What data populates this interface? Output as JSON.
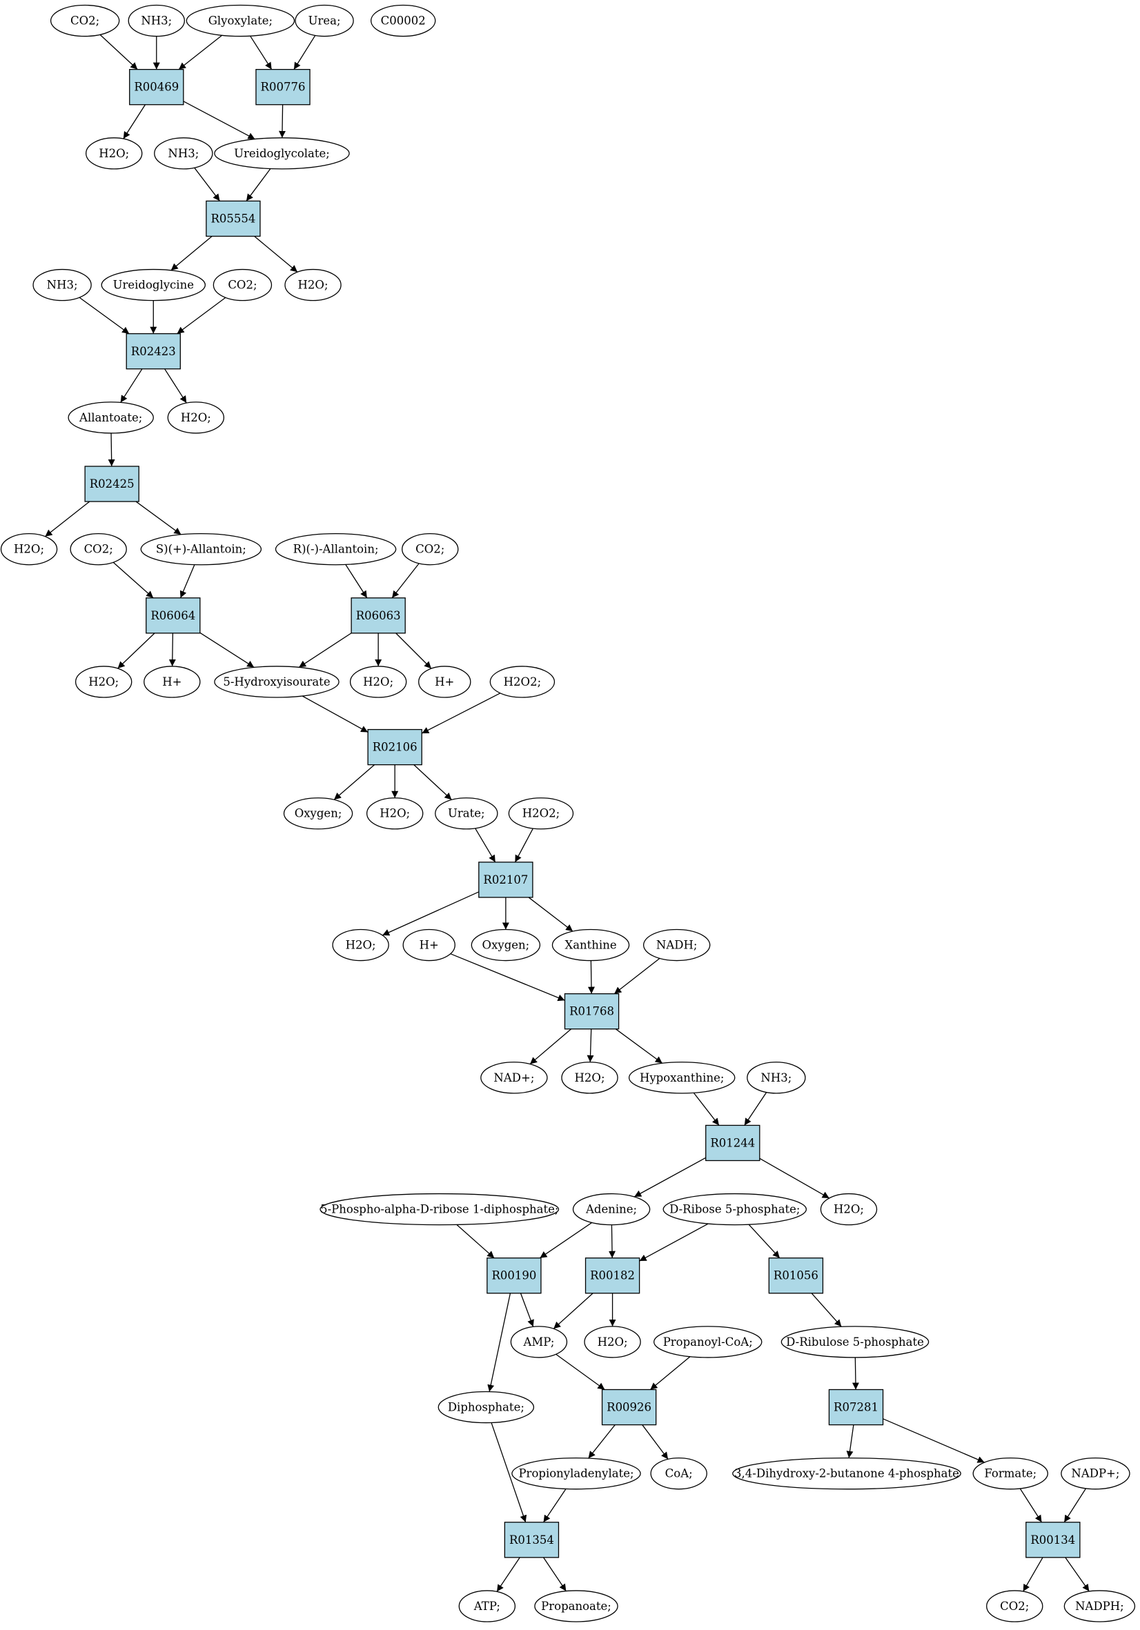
{
  "colors": {
    "reaction_fill": "#add8e6",
    "compound_fill": "#ffffff",
    "highlight_yellow": "#ffff00",
    "highlight_green": "#00ff00",
    "stroke": "#000000"
  },
  "nodes": [
    {
      "id": "co2_a",
      "kind": "compound",
      "label": "CO2;"
    },
    {
      "id": "nh3_a",
      "kind": "compound",
      "label": "NH3;"
    },
    {
      "id": "glyoxylate",
      "kind": "compound",
      "label": "Glyoxylate;"
    },
    {
      "id": "urea",
      "kind": "compound",
      "label": "Urea;"
    },
    {
      "id": "c00002",
      "kind": "compound",
      "label": "C00002",
      "fill": "#ffff00"
    },
    {
      "id": "R00469",
      "kind": "reaction",
      "label": "R00469"
    },
    {
      "id": "R00776",
      "kind": "reaction",
      "label": "R00776"
    },
    {
      "id": "h2o_a",
      "kind": "compound",
      "label": "H2O;"
    },
    {
      "id": "nh3_b",
      "kind": "compound",
      "label": "NH3;"
    },
    {
      "id": "ureidoglycolate",
      "kind": "compound",
      "label": "Ureidoglycolate;"
    },
    {
      "id": "R05554",
      "kind": "reaction",
      "label": "R05554"
    },
    {
      "id": "nh3_c",
      "kind": "compound",
      "label": "NH3;"
    },
    {
      "id": "ureidoglycine",
      "kind": "compound",
      "label": "Ureidoglycine"
    },
    {
      "id": "co2_b",
      "kind": "compound",
      "label": "CO2;"
    },
    {
      "id": "h2o_b",
      "kind": "compound",
      "label": "H2O;"
    },
    {
      "id": "R02423",
      "kind": "reaction",
      "label": "R02423"
    },
    {
      "id": "allantoate",
      "kind": "compound",
      "label": "Allantoate;"
    },
    {
      "id": "h2o_c",
      "kind": "compound",
      "label": "H2O;"
    },
    {
      "id": "R02425",
      "kind": "reaction",
      "label": "R02425"
    },
    {
      "id": "h2o_d",
      "kind": "compound",
      "label": "H2O;"
    },
    {
      "id": "co2_c",
      "kind": "compound",
      "label": "CO2;"
    },
    {
      "id": "s_allantoin",
      "kind": "compound",
      "label": "S)(+)-Allantoin;"
    },
    {
      "id": "r_allantoin",
      "kind": "compound",
      "label": "R)(-)-Allantoin;"
    },
    {
      "id": "co2_d",
      "kind": "compound",
      "label": "CO2;"
    },
    {
      "id": "R06064",
      "kind": "reaction",
      "label": "R06064"
    },
    {
      "id": "R06063",
      "kind": "reaction",
      "label": "R06063"
    },
    {
      "id": "h2o_e",
      "kind": "compound",
      "label": "H2O;"
    },
    {
      "id": "hplus_a",
      "kind": "compound",
      "label": "H+"
    },
    {
      "id": "hydroxyisourate",
      "kind": "compound",
      "label": "5-Hydroxyisourate"
    },
    {
      "id": "h2o_f",
      "kind": "compound",
      "label": "H2O;"
    },
    {
      "id": "hplus_b",
      "kind": "compound",
      "label": "H+"
    },
    {
      "id": "h2o2_a",
      "kind": "compound",
      "label": "H2O2;"
    },
    {
      "id": "R02106",
      "kind": "reaction",
      "label": "R02106"
    },
    {
      "id": "oxygen_a",
      "kind": "compound",
      "label": "Oxygen;"
    },
    {
      "id": "h2o_g",
      "kind": "compound",
      "label": "H2O;"
    },
    {
      "id": "urate",
      "kind": "compound",
      "label": "Urate;"
    },
    {
      "id": "h2o2_b",
      "kind": "compound",
      "label": "H2O2;"
    },
    {
      "id": "R02107",
      "kind": "reaction",
      "label": "R02107"
    },
    {
      "id": "h2o_h",
      "kind": "compound",
      "label": "H2O;"
    },
    {
      "id": "hplus_c",
      "kind": "compound",
      "label": "H+"
    },
    {
      "id": "oxygen_b",
      "kind": "compound",
      "label": "Oxygen;"
    },
    {
      "id": "xanthine",
      "kind": "compound",
      "label": "Xanthine"
    },
    {
      "id": "nadh",
      "kind": "compound",
      "label": "NADH;"
    },
    {
      "id": "R01768",
      "kind": "reaction",
      "label": "R01768"
    },
    {
      "id": "nadplus",
      "kind": "compound",
      "label": "NAD+;"
    },
    {
      "id": "h2o_i",
      "kind": "compound",
      "label": "H2O;"
    },
    {
      "id": "hypoxanthine",
      "kind": "compound",
      "label": "Hypoxanthine;"
    },
    {
      "id": "nh3_d",
      "kind": "compound",
      "label": "NH3;"
    },
    {
      "id": "R01244",
      "kind": "reaction",
      "label": "R01244"
    },
    {
      "id": "prpp",
      "kind": "compound",
      "label": "5-Phospho-alpha-D-ribose 1-diphosphate;"
    },
    {
      "id": "adenine",
      "kind": "compound",
      "label": "Adenine;"
    },
    {
      "id": "ribose5p",
      "kind": "compound",
      "label": "D-Ribose 5-phosphate;",
      "fill": "#00ff00"
    },
    {
      "id": "h2o_j",
      "kind": "compound",
      "label": "H2O;"
    },
    {
      "id": "R00190",
      "kind": "reaction",
      "label": "R00190"
    },
    {
      "id": "R00182",
      "kind": "reaction",
      "label": "R00182"
    },
    {
      "id": "R01056",
      "kind": "reaction",
      "label": "R01056"
    },
    {
      "id": "amp",
      "kind": "compound",
      "label": "AMP;"
    },
    {
      "id": "h2o_k",
      "kind": "compound",
      "label": "H2O;"
    },
    {
      "id": "propanoylcoa",
      "kind": "compound",
      "label": "Propanoyl-CoA;"
    },
    {
      "id": "ribulose5p",
      "kind": "compound",
      "label": "D-Ribulose 5-phosphate"
    },
    {
      "id": "diphosphate",
      "kind": "compound",
      "label": "Diphosphate;"
    },
    {
      "id": "R00926",
      "kind": "reaction",
      "label": "R00926"
    },
    {
      "id": "R07281",
      "kind": "reaction",
      "label": "R07281"
    },
    {
      "id": "propionyladenylate",
      "kind": "compound",
      "label": "Propionyladenylate;"
    },
    {
      "id": "coa",
      "kind": "compound",
      "label": "CoA;"
    },
    {
      "id": "dhbp",
      "kind": "compound",
      "label": "3,4-Dihydroxy-2-butanone 4-phosphate"
    },
    {
      "id": "formate",
      "kind": "compound",
      "label": "Formate;"
    },
    {
      "id": "nadpplus",
      "kind": "compound",
      "label": "NADP+;"
    },
    {
      "id": "R01354",
      "kind": "reaction",
      "label": "R01354"
    },
    {
      "id": "R00134",
      "kind": "reaction",
      "label": "R00134"
    },
    {
      "id": "atp",
      "kind": "compound",
      "label": "ATP;"
    },
    {
      "id": "propanoate",
      "kind": "compound",
      "label": "Propanoate;"
    },
    {
      "id": "co2_e",
      "kind": "compound",
      "label": "CO2;"
    },
    {
      "id": "nadph",
      "kind": "compound",
      "label": "NADPH;"
    }
  ],
  "edges": [
    [
      "co2_a",
      "R00469"
    ],
    [
      "nh3_a",
      "R00469"
    ],
    [
      "glyoxylate",
      "R00469"
    ],
    [
      "glyoxylate",
      "R00776"
    ],
    [
      "urea",
      "R00776"
    ],
    [
      "R00469",
      "h2o_a"
    ],
    [
      "R00469",
      "ureidoglycolate"
    ],
    [
      "R00776",
      "ureidoglycolate"
    ],
    [
      "nh3_b",
      "R05554"
    ],
    [
      "ureidoglycolate",
      "R05554"
    ],
    [
      "R05554",
      "ureidoglycine"
    ],
    [
      "R05554",
      "h2o_b"
    ],
    [
      "nh3_c",
      "R02423"
    ],
    [
      "ureidoglycine",
      "R02423"
    ],
    [
      "co2_b",
      "R02423"
    ],
    [
      "R02423",
      "allantoate"
    ],
    [
      "R02423",
      "h2o_c"
    ],
    [
      "allantoate",
      "R02425"
    ],
    [
      "R02425",
      "h2o_d"
    ],
    [
      "R02425",
      "s_allantoin"
    ],
    [
      "co2_c",
      "R06064"
    ],
    [
      "s_allantoin",
      "R06064"
    ],
    [
      "r_allantoin",
      "R06063"
    ],
    [
      "co2_d",
      "R06063"
    ],
    [
      "R06064",
      "h2o_e"
    ],
    [
      "R06064",
      "hplus_a"
    ],
    [
      "R06064",
      "hydroxyisourate"
    ],
    [
      "R06063",
      "hydroxyisourate"
    ],
    [
      "R06063",
      "h2o_f"
    ],
    [
      "R06063",
      "hplus_b"
    ],
    [
      "hydroxyisourate",
      "R02106"
    ],
    [
      "h2o2_a",
      "R02106"
    ],
    [
      "R02106",
      "oxygen_a"
    ],
    [
      "R02106",
      "h2o_g"
    ],
    [
      "R02106",
      "urate"
    ],
    [
      "urate",
      "R02107"
    ],
    [
      "h2o2_b",
      "R02107"
    ],
    [
      "R02107",
      "h2o_h"
    ],
    [
      "R02107",
      "oxygen_b"
    ],
    [
      "R02107",
      "xanthine"
    ],
    [
      "hplus_c",
      "R01768"
    ],
    [
      "xanthine",
      "R01768"
    ],
    [
      "nadh",
      "R01768"
    ],
    [
      "R01768",
      "nadplus"
    ],
    [
      "R01768",
      "h2o_i"
    ],
    [
      "R01768",
      "hypoxanthine"
    ],
    [
      "hypoxanthine",
      "R01244"
    ],
    [
      "nh3_d",
      "R01244"
    ],
    [
      "R01244",
      "adenine"
    ],
    [
      "R01244",
      "h2o_j"
    ],
    [
      "prpp",
      "R00190"
    ],
    [
      "adenine",
      "R00190"
    ],
    [
      "adenine",
      "R00182"
    ],
    [
      "ribose5p",
      "R00182"
    ],
    [
      "ribose5p",
      "R01056"
    ],
    [
      "R00190",
      "amp"
    ],
    [
      "R00190",
      "diphosphate"
    ],
    [
      "R00182",
      "amp"
    ],
    [
      "R00182",
      "h2o_k"
    ],
    [
      "R01056",
      "ribulose5p"
    ],
    [
      "amp",
      "R00926"
    ],
    [
      "propanoylcoa",
      "R00926"
    ],
    [
      "ribulose5p",
      "R07281"
    ],
    [
      "R00926",
      "propionyladenylate"
    ],
    [
      "R00926",
      "coa"
    ],
    [
      "R07281",
      "dhbp"
    ],
    [
      "R07281",
      "formate"
    ],
    [
      "diphosphate",
      "R01354"
    ],
    [
      "propionyladenylate",
      "R01354"
    ],
    [
      "formate",
      "R00134"
    ],
    [
      "nadpplus",
      "R00134"
    ],
    [
      "R01354",
      "atp"
    ],
    [
      "R01354",
      "propanoate"
    ],
    [
      "R00134",
      "co2_e"
    ],
    [
      "R00134",
      "nadph"
    ]
  ]
}
